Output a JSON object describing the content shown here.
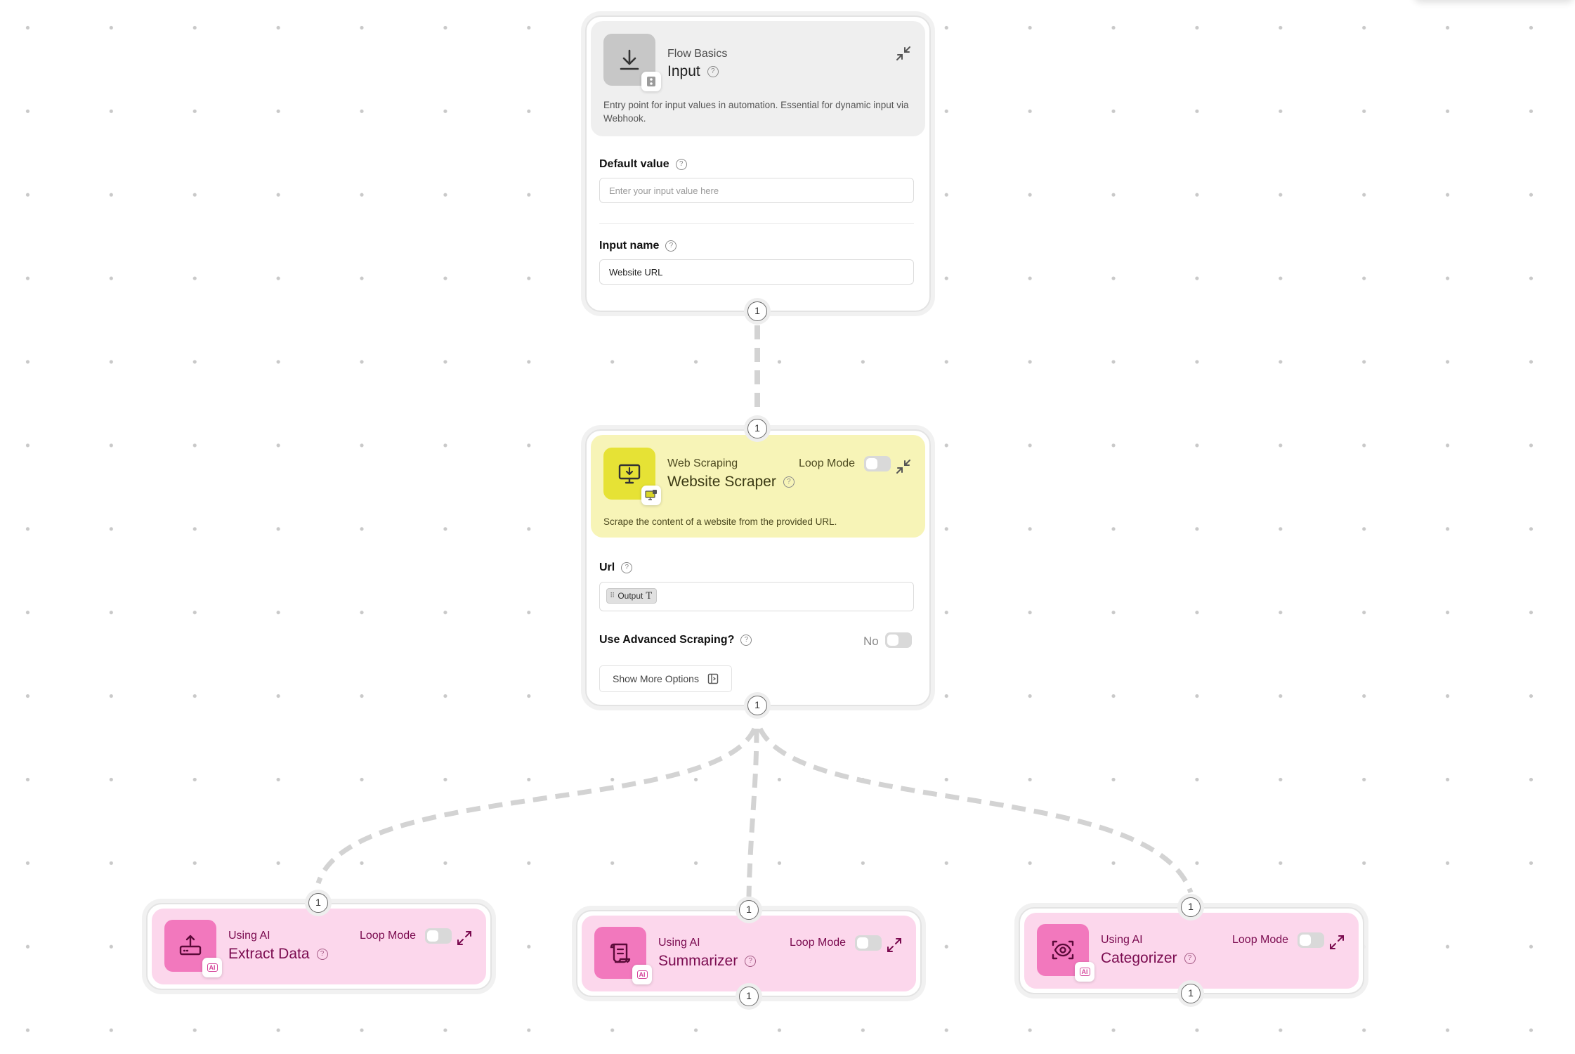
{
  "colors": {
    "input_head": "#efefef",
    "input_icon": "#c7c7c7",
    "scraper_head": "#f7f4b7",
    "scraper_icon": "#e6e235",
    "ai_head": "#fcd7ec",
    "ai_icon": "#f278bd",
    "ai_text": "#7a0a4f",
    "edge": "#d3d3d3"
  },
  "handle_label": "1",
  "input_node": {
    "category": "Flow Basics",
    "title": "Input",
    "description": "Entry point for input values in automation. Essential for dynamic input via Webhook.",
    "icon": "download-icon",
    "default_value": {
      "label": "Default value",
      "value": "",
      "placeholder": "Enter your input value here"
    },
    "input_name": {
      "label": "Input name",
      "value": "Website URL"
    }
  },
  "scraper_node": {
    "category": "Web Scraping",
    "title": "Website Scraper",
    "description": "Scrape the content of a website from the provided URL.",
    "icon": "monitor-download-icon",
    "loop_mode_label": "Loop Mode",
    "url": {
      "label": "Url",
      "chip": "Output"
    },
    "advanced": {
      "label": "Use Advanced Scraping?",
      "value": "No"
    },
    "more_options_label": "Show More Options"
  },
  "ai_nodes": [
    {
      "category": "Using AI",
      "title": "Extract Data",
      "loop_mode_label": "Loop Mode",
      "icon": "upload-tray-icon",
      "badge": "AI"
    },
    {
      "category": "Using AI",
      "title": "Summarizer",
      "loop_mode_label": "Loop Mode",
      "icon": "scroll-icon",
      "badge": "AI"
    },
    {
      "category": "Using AI",
      "title": "Categorizer",
      "loop_mode_label": "Loop Mode",
      "icon": "eye-scan-icon",
      "badge": "AI"
    }
  ]
}
